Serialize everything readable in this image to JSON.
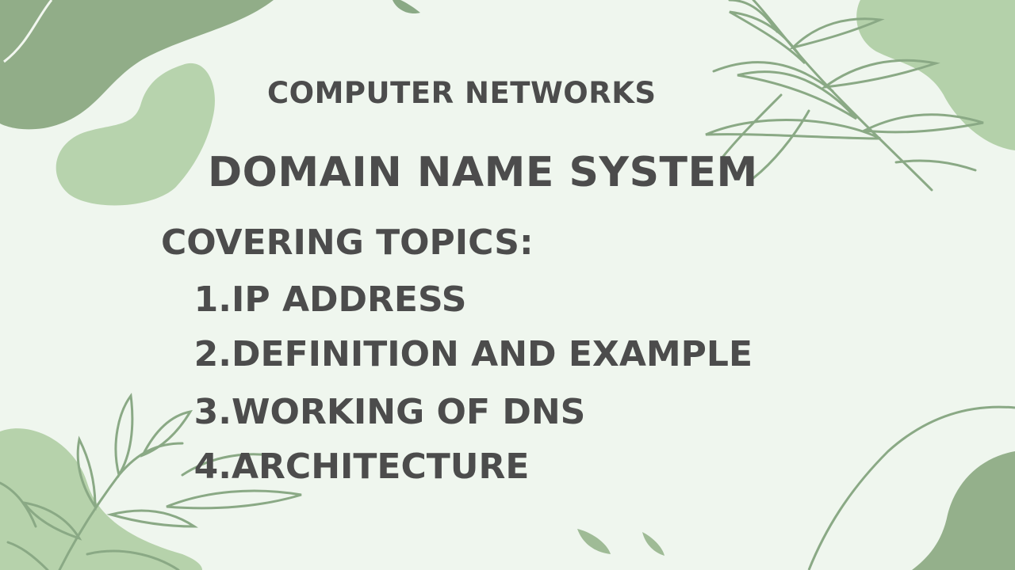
{
  "subject": "COMPUTER NETWORKS",
  "title": "DOMAIN NAME SYSTEM",
  "covering_label": "COVERING TOPICS:",
  "topics": [
    {
      "number": "1.",
      "label": "IP ADDRESS"
    },
    {
      "number": "2.",
      "label": "DEFINITION AND EXAMPLE"
    },
    {
      "number": "3.",
      "label": "WORKING OF DNS"
    },
    {
      "number": "4.",
      "label": "ARCHITECTURE"
    }
  ],
  "colors": {
    "background": "#eff6ee",
    "text": "#4c4c4c",
    "green_dark": "#8fae86",
    "green_light": "#b6d3ab",
    "leaf_stroke": "#8aa985"
  },
  "decorations": [
    "blob-top-left",
    "heart-blob",
    "fern-top-right",
    "blob-top-right",
    "fern-bottom-left",
    "blob-bottom-left",
    "blob-bottom-right",
    "wave-line",
    "leaf-drops"
  ]
}
